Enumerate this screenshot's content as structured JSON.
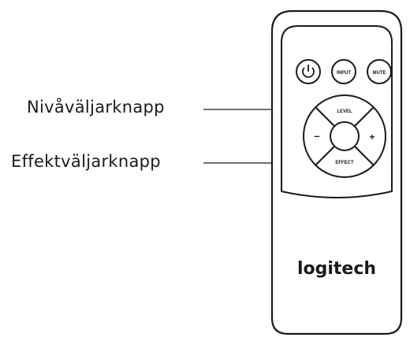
{
  "callouts": {
    "level_selector": "Nivåväljarknapp",
    "effect_selector": "Effektväljarknapp"
  },
  "remote": {
    "buttons": {
      "input": "INPUT",
      "mute": "MUTE",
      "level": "LEVEL",
      "effect": "EFFECT",
      "minus": "–",
      "plus": "+"
    },
    "brand": "logitech"
  }
}
